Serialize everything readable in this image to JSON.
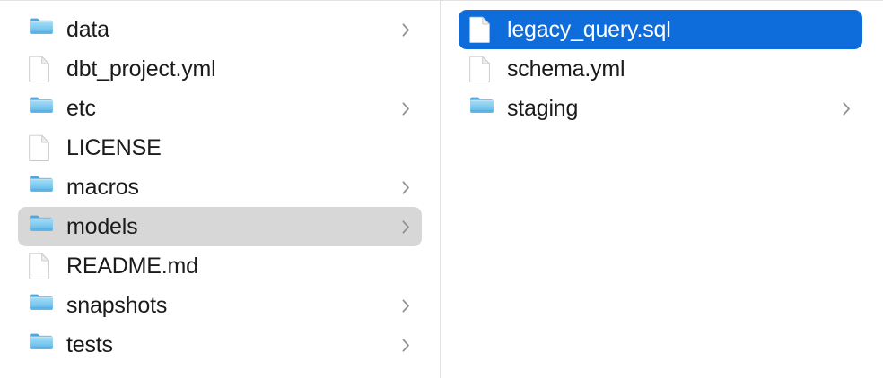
{
  "window": {
    "view_mode": "column",
    "accent_color": "#0f6cdb",
    "selected_row_gray": "#d7d7d7",
    "divider_color": "#e0e0e0",
    "text_color": "#1b1b1b"
  },
  "columns": [
    {
      "name": "parent-column",
      "items": [
        {
          "label": "data",
          "kind": "folder",
          "icon": "folder-icon",
          "has_chevron": true,
          "selected": false,
          "selection_style": "none"
        },
        {
          "label": "dbt_project.yml",
          "kind": "file",
          "icon": "document-icon",
          "has_chevron": false,
          "selected": false,
          "selection_style": "none"
        },
        {
          "label": "etc",
          "kind": "folder",
          "icon": "folder-icon",
          "has_chevron": true,
          "selected": false,
          "selection_style": "none"
        },
        {
          "label": "LICENSE",
          "kind": "file",
          "icon": "document-icon",
          "has_chevron": false,
          "selected": false,
          "selection_style": "none"
        },
        {
          "label": "macros",
          "kind": "folder",
          "icon": "folder-icon",
          "has_chevron": true,
          "selected": false,
          "selection_style": "none"
        },
        {
          "label": "models",
          "kind": "folder",
          "icon": "folder-icon",
          "has_chevron": true,
          "selected": true,
          "selection_style": "gray"
        },
        {
          "label": "README.md",
          "kind": "file",
          "icon": "document-icon",
          "has_chevron": false,
          "selected": false,
          "selection_style": "none"
        },
        {
          "label": "snapshots",
          "kind": "folder",
          "icon": "folder-icon",
          "has_chevron": true,
          "selected": false,
          "selection_style": "none"
        },
        {
          "label": "tests",
          "kind": "folder",
          "icon": "folder-icon",
          "has_chevron": true,
          "selected": false,
          "selection_style": "none"
        }
      ]
    },
    {
      "name": "child-column",
      "items": [
        {
          "label": "legacy_query.sql",
          "kind": "file",
          "icon": "document-icon",
          "has_chevron": false,
          "selected": true,
          "selection_style": "blue"
        },
        {
          "label": "schema.yml",
          "kind": "file",
          "icon": "document-icon",
          "has_chevron": false,
          "selected": false,
          "selection_style": "none"
        },
        {
          "label": "staging",
          "kind": "folder",
          "icon": "folder-icon",
          "has_chevron": true,
          "selected": false,
          "selection_style": "none"
        }
      ]
    }
  ]
}
